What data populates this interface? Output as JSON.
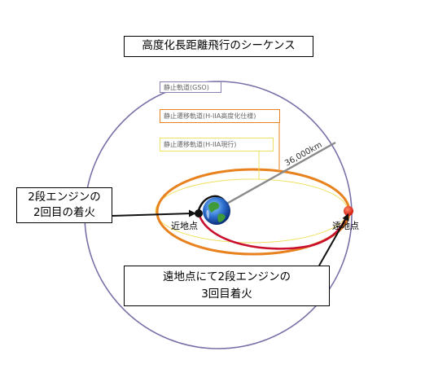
{
  "title": "高度化長距離飛行のシーケンス",
  "legend": {
    "geo": "静止軌道(GSO)",
    "transfer_upgraded": "静止遷移軌道(H-IIA高度化仕様)",
    "transfer_current": "静止遷移軌道(H-IIA現行)"
  },
  "labels": {
    "altitude": "36,000km",
    "perigee": "近地点",
    "apogee": "遠地点"
  },
  "callouts": {
    "second_burn_line1": "2段エンジンの",
    "second_burn_line2": "2回目の着火",
    "third_burn_line1": "遠地点にて2段エンジンの",
    "third_burn_line2": "3回目着火"
  },
  "colors": {
    "geo_orbit": "#7b6fa8",
    "upgraded_orbit": "#e8821e",
    "current_orbit": "#f0e060",
    "burn_arc": "#c8102e",
    "radius_line": "#8a8a8a",
    "earth_ocean": "#2e6fd0",
    "earth_land": "#3f9a3a"
  }
}
